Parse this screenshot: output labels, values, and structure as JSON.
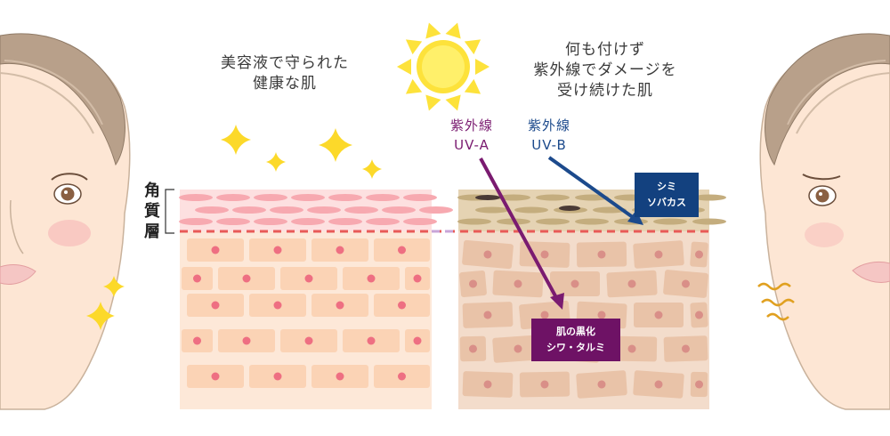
{
  "captions": {
    "protected": [
      "美容液で守られた",
      "健康な肌"
    ],
    "damaged": [
      "何も付けず",
      "紫外線でダメージを",
      "受け続けた肌"
    ]
  },
  "layer_label": [
    "角",
    "質",
    "層"
  ],
  "uva": {
    "line1": "紫外線",
    "line2": "UV-A",
    "color": "#7a1b70"
  },
  "uvb": {
    "line1": "紫外線",
    "line2": "UV-B",
    "color": "#1c4a8c"
  },
  "tags": {
    "spots": {
      "line1": "シミ",
      "line2": "ソバカス",
      "color": "#13417f"
    },
    "darkening": {
      "line1": "肌の黒化",
      "line2": "シワ・タルミ",
      "color": "#6e1265"
    }
  },
  "colors": {
    "healthy_cell": "#fbd3b5",
    "healthy_bg": "#fde8d8",
    "damaged_cell": "#e9c3a8",
    "damaged_bg": "#f3dccb",
    "nucleus_healthy": "#ee6f82",
    "nucleus_damaged": "#d98f88",
    "stratum_pink": "#f7a9b0",
    "dashed_line": "#e85a57",
    "sun": "#fde23b",
    "sparkle": "#fcd92a"
  }
}
